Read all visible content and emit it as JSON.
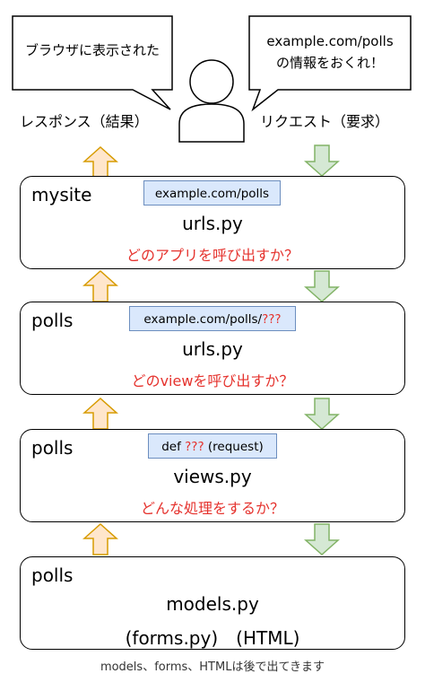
{
  "colors": {
    "up_arrow_fill": "#ffe6cc",
    "up_arrow_stroke": "#d79b00",
    "down_arrow_fill": "#d5e8d4",
    "down_arrow_stroke": "#82b366",
    "tag_fill": "#dae8fc",
    "tag_stroke": "#6c8ebf",
    "question_text": "#e5322d"
  },
  "bubbles": {
    "left": "ブラウザに表示された",
    "right_line1": "example.com/polls",
    "right_line2": "の情報をおくれ！"
  },
  "labels": {
    "response": "レスポンス（結果）",
    "request": "リクエスト（要求）"
  },
  "icons": {
    "user": "person-icon"
  },
  "layers": [
    {
      "title": "mysite",
      "tag_prefix": "example.com/polls",
      "tag_marker": "",
      "tag_suffix": "",
      "file": "urls.py",
      "question": "どのアプリを呼び出すか？"
    },
    {
      "title": "polls",
      "tag_prefix": "example.com/polls/",
      "tag_marker": "???",
      "tag_suffix": "",
      "file": "urls.py",
      "question": "どのviewを呼び出すか？"
    },
    {
      "title": "polls",
      "tag_prefix": "def ",
      "tag_marker": "???",
      "tag_suffix": " (request)",
      "file": "views.py",
      "question": "どんな処理をするか？"
    },
    {
      "title": "polls",
      "file": "models.py",
      "extra": "(forms.py)　(HTML)"
    }
  ],
  "footnote": "models、forms、HTMLは後で出てきます"
}
